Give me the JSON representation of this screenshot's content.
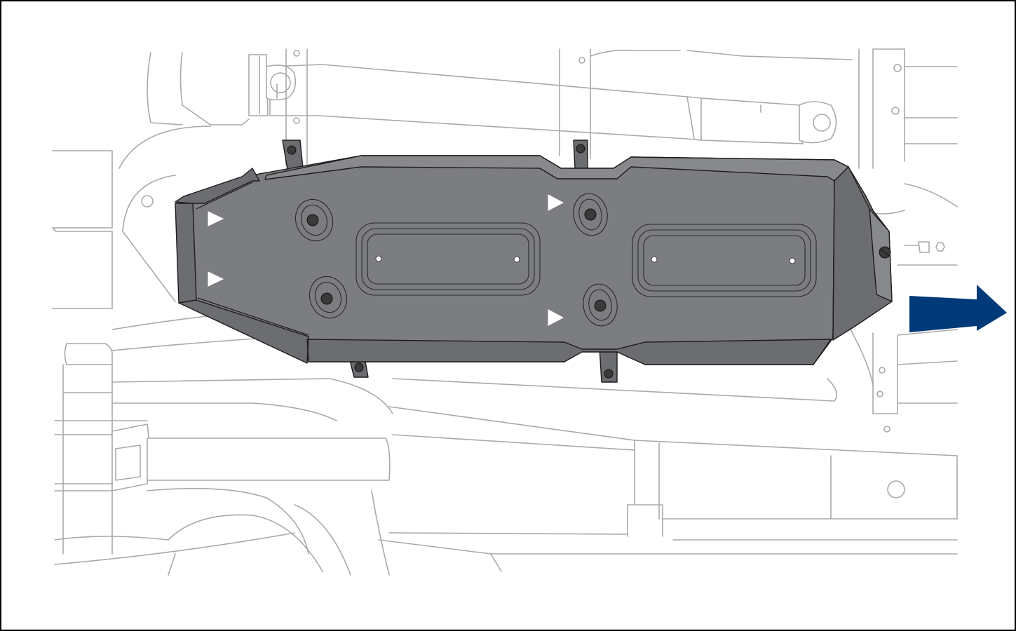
{
  "figure": {
    "subject": "skid-plate-installation",
    "colors": {
      "frame_border": "#000000",
      "background": "#ffffff",
      "chassis_line": "#a9a9a9",
      "skid_plate": "#7c7d80",
      "direction_arrow": "#003a78",
      "placement_markers": "#ffffff"
    },
    "icons": {
      "direction_arrow": "arrow-right-icon",
      "placement_markers": "triangle-right-icon"
    },
    "marker_count": 4,
    "bolt_slot_count": 4
  }
}
